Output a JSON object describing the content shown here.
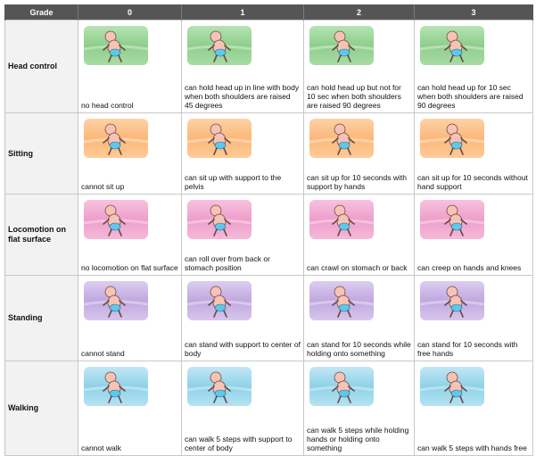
{
  "header": {
    "grade_label": "Grade",
    "grades": [
      "0",
      "1",
      "2",
      "3"
    ]
  },
  "rows": [
    {
      "label": "Head control",
      "color": "#9ed69b",
      "cells": [
        {
          "text": "no head control",
          "icon": "baby-lying-back-icon"
        },
        {
          "text": "can hold head up in line with body when both shoulders are raised 45 degrees",
          "icon": "baby-raised-45-icon"
        },
        {
          "text": "can hold head up but not for 10 sec when both shoulders are raised 90 degrees",
          "icon": "baby-raised-90-wobbly-icon"
        },
        {
          "text": "can hold head up for 10 sec when both shoulders are raised 90 degrees",
          "icon": "baby-raised-90-steady-icon"
        }
      ]
    },
    {
      "label": "Sitting",
      "color": "#fcc08a",
      "cells": [
        {
          "text": "cannot sit up",
          "icon": "baby-slumped-icon"
        },
        {
          "text": "can sit up with support to the pelvis",
          "icon": "baby-sitting-pelvis-support-icon"
        },
        {
          "text": "can sit up for 10 seconds with support by hands",
          "icon": "baby-sitting-hand-support-icon"
        },
        {
          "text": "can sit up for 10 seconds without hand support",
          "icon": "baby-sitting-free-icon"
        }
      ]
    },
    {
      "label": "Locomotion on flat surface",
      "color": "#f2acd2",
      "cells": [
        {
          "text": "no locomotion on flat surface",
          "icon": "baby-lying-stomach-icon"
        },
        {
          "text": "can roll over from back or stomach position",
          "icon": "baby-rolling-icon"
        },
        {
          "text": "can crawl on stomach or back",
          "icon": "baby-crawling-stomach-icon"
        },
        {
          "text": "can creep on hands and knees",
          "icon": "baby-creeping-icon"
        }
      ]
    },
    {
      "label": "Standing",
      "color": "#c9b4e5",
      "cells": [
        {
          "text": "cannot stand",
          "icon": "baby-sitting-holding-bar-icon"
        },
        {
          "text": "can stand with support to center of body",
          "icon": "baby-standing-support-icon"
        },
        {
          "text": "can stand for 10 seconds while holding onto something",
          "icon": "baby-standing-holding-bar-icon"
        },
        {
          "text": "can stand for 10 seconds with free hands",
          "icon": "baby-standing-free-icon"
        }
      ]
    },
    {
      "label": "Walking",
      "color": "#9fd8ec",
      "cells": [
        {
          "text": "cannot walk",
          "icon": "baby-standing-still-icon"
        },
        {
          "text": "can walk 5 steps with support to center of body",
          "icon": "baby-walking-supported-icon"
        },
        {
          "text": "can walk 5 steps while holding hands or holding onto something",
          "icon": "baby-walking-holding-hands-icon"
        },
        {
          "text": "can walk 5 steps with hands free",
          "icon": "baby-walking-free-icon"
        }
      ]
    }
  ]
}
